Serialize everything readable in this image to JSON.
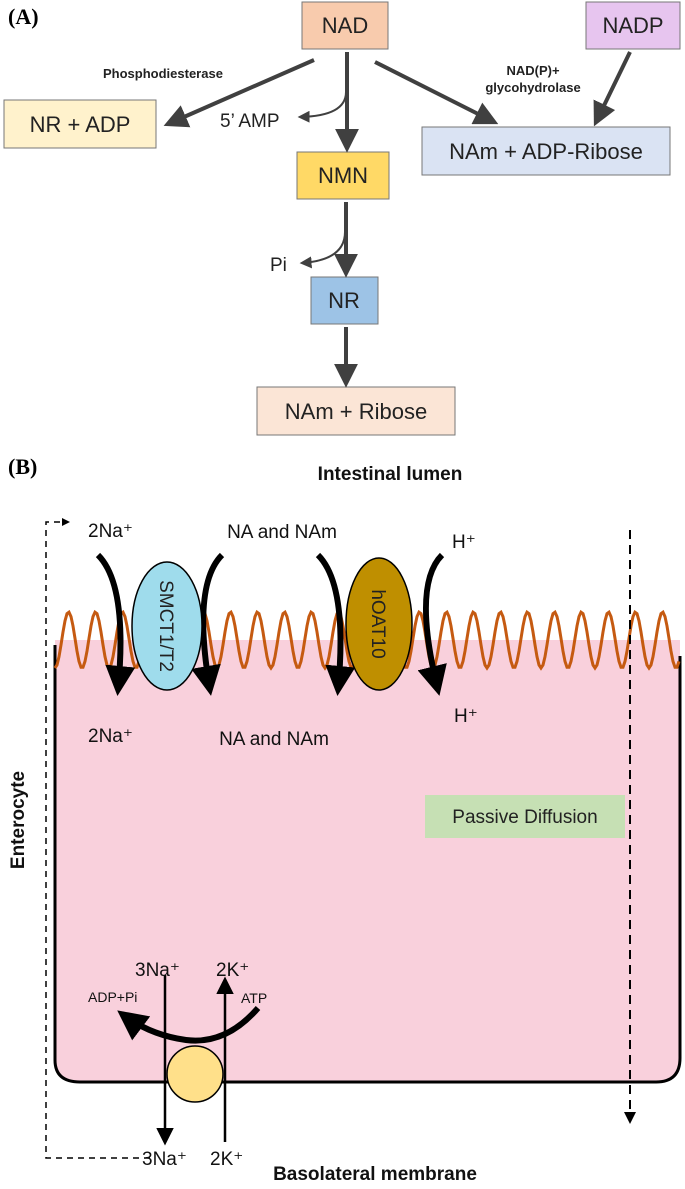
{
  "panel_a": {
    "label": "(A)",
    "nad": "NAD",
    "nadp": "NADP",
    "nr_adp": "NR + ADP",
    "nmn": "NMN",
    "nr": "NR",
    "nam_adpribose": "NAm + ADP-Ribose",
    "nam_ribose": "NAm + Ribose",
    "phosphodiesterase": "Phosphodiesterase",
    "five_amp": "5’ AMP",
    "glyco_line1": "NAD(P)+",
    "glyco_line2": "glycohydrolase",
    "pi": "Pi"
  },
  "panel_b": {
    "label": "(B)",
    "intestinal_lumen": "Intestinal lumen",
    "enterocyte": "Enterocyte",
    "basolateral_membrane": "Basolateral membrane",
    "smct_label": "SMCT1/T2",
    "hoat_label": "hOAT10",
    "na_top": "2Na⁺",
    "na_bottom": "2Na⁺",
    "na_nam_top": "NA and NAm",
    "na_nam_bottom": "NA and NAm",
    "h_top": "H⁺",
    "h_bottom": "H⁺",
    "passive_diffusion": "Passive Diffusion",
    "na3_inside": "3Na⁺",
    "k2_inside": "2K⁺",
    "adp_pi": "ADP+Pi",
    "atp": "ATP",
    "na3_outside": "3Na⁺",
    "k2_outside": "2K⁺"
  },
  "colors": {
    "nad_box": "#f8cbad",
    "nadp_box": "#e7c5ef",
    "nr_adp_box": "#fff2cc",
    "nmn_box": "#ffd966",
    "nr_box": "#9dc3e6",
    "nam_adpribose_box": "#dae3f3",
    "nam_ribose_box": "#fbe5d6",
    "cell_fill": "#f9d0dc",
    "membrane_wave": "#c55a11",
    "smct_fill": "#9fdcec",
    "hoat_fill": "#bf8f00",
    "passive_box": "#c6e0b4",
    "pump_fill": "#ffe08a"
  }
}
